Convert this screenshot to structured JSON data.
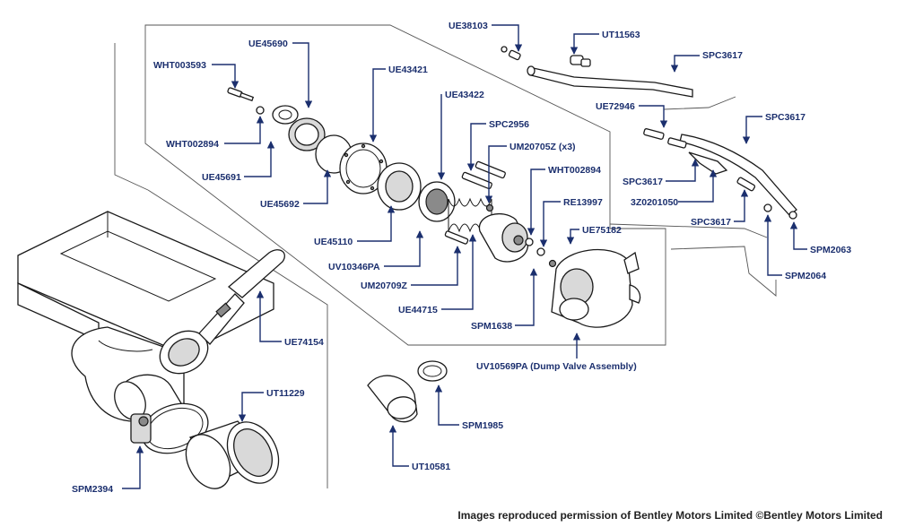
{
  "labels": {
    "ue38103": "UE38103",
    "ut11563": "UT11563",
    "spc3617_a": "SPC3617",
    "wht003593": "WHT003593",
    "ue45690": "UE45690",
    "ue43421": "UE43421",
    "ue43422": "UE43422",
    "ue72946": "UE72946",
    "spc3617_b": "SPC3617",
    "spc2956": "SPC2956",
    "um20705z": "UM20705Z (x3)",
    "wht002894_a": "WHT002894",
    "ue45691": "UE45691",
    "wht002894_b": "WHT002894",
    "spc3617_c": "SPC3617",
    "z3z0201050": "3Z0201050",
    "ue45692": "UE45692",
    "re13997": "RE13997",
    "spc3617_d": "SPC3617",
    "ue75182": "UE75182",
    "ue45110": "UE45110",
    "spm2063": "SPM2063",
    "uv10346pa": "UV10346PA",
    "spm2064": "SPM2064",
    "um20709z": "UM20709Z",
    "ue74154": "UE74154",
    "ue44715": "UE44715",
    "spm1638": "SPM1638",
    "uv10569pa": "UV10569PA (Dump Valve Assembly)",
    "ut11229": "UT11229",
    "spm1985": "SPM1985",
    "spm2394": "SPM2394",
    "ut10581": "UT10581"
  },
  "footer": {
    "copyright": "Images reproduced permission of Bentley Motors Limited ©Bentley Motors Limited"
  },
  "colors": {
    "label": "#1b2f6e",
    "line": "#1a1a1a",
    "background": "#ffffff"
  }
}
